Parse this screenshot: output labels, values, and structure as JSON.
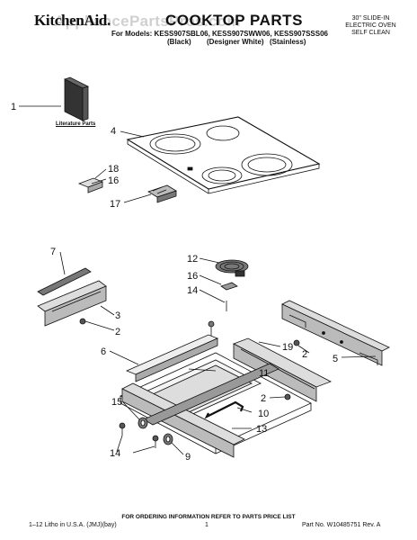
{
  "header": {
    "brand": "KitchenAid.",
    "title": "COOKTOP PARTS",
    "watermark": "AppliancePartsPros.com",
    "models_line": "For Models: KESS907SBL06, KESS907SWW06, KESS907SSS06",
    "variants": [
      "(Black)",
      "(Designer White)",
      "(Stainless)"
    ],
    "product_lines": [
      "30\" SLIDE-IN",
      "ELECTRIC OVEN",
      "SELF CLEAN"
    ]
  },
  "literature_label": "Literature Parts",
  "callouts": {
    "c1": "1",
    "c4": "4",
    "c18": "18",
    "c16a": "16",
    "c17": "17",
    "c7": "7",
    "c3": "3",
    "c2a": "2",
    "c12": "12",
    "c16b": "16",
    "c14a": "14",
    "c19": "19",
    "c2b": "2",
    "c5": "5",
    "c6": "6",
    "c11": "11",
    "c2c": "2",
    "c10": "10",
    "c15": "15",
    "c13": "13",
    "c14b": "14",
    "c9": "9"
  },
  "footer": {
    "ordering": "FOR ORDERING INFORMATION REFER TO PARTS PRICE LIST",
    "left": "1–12 Litho in U.S.A. (JMJ)(bay)",
    "page": "1",
    "right": "Part No. W10485751 Rev. A"
  }
}
